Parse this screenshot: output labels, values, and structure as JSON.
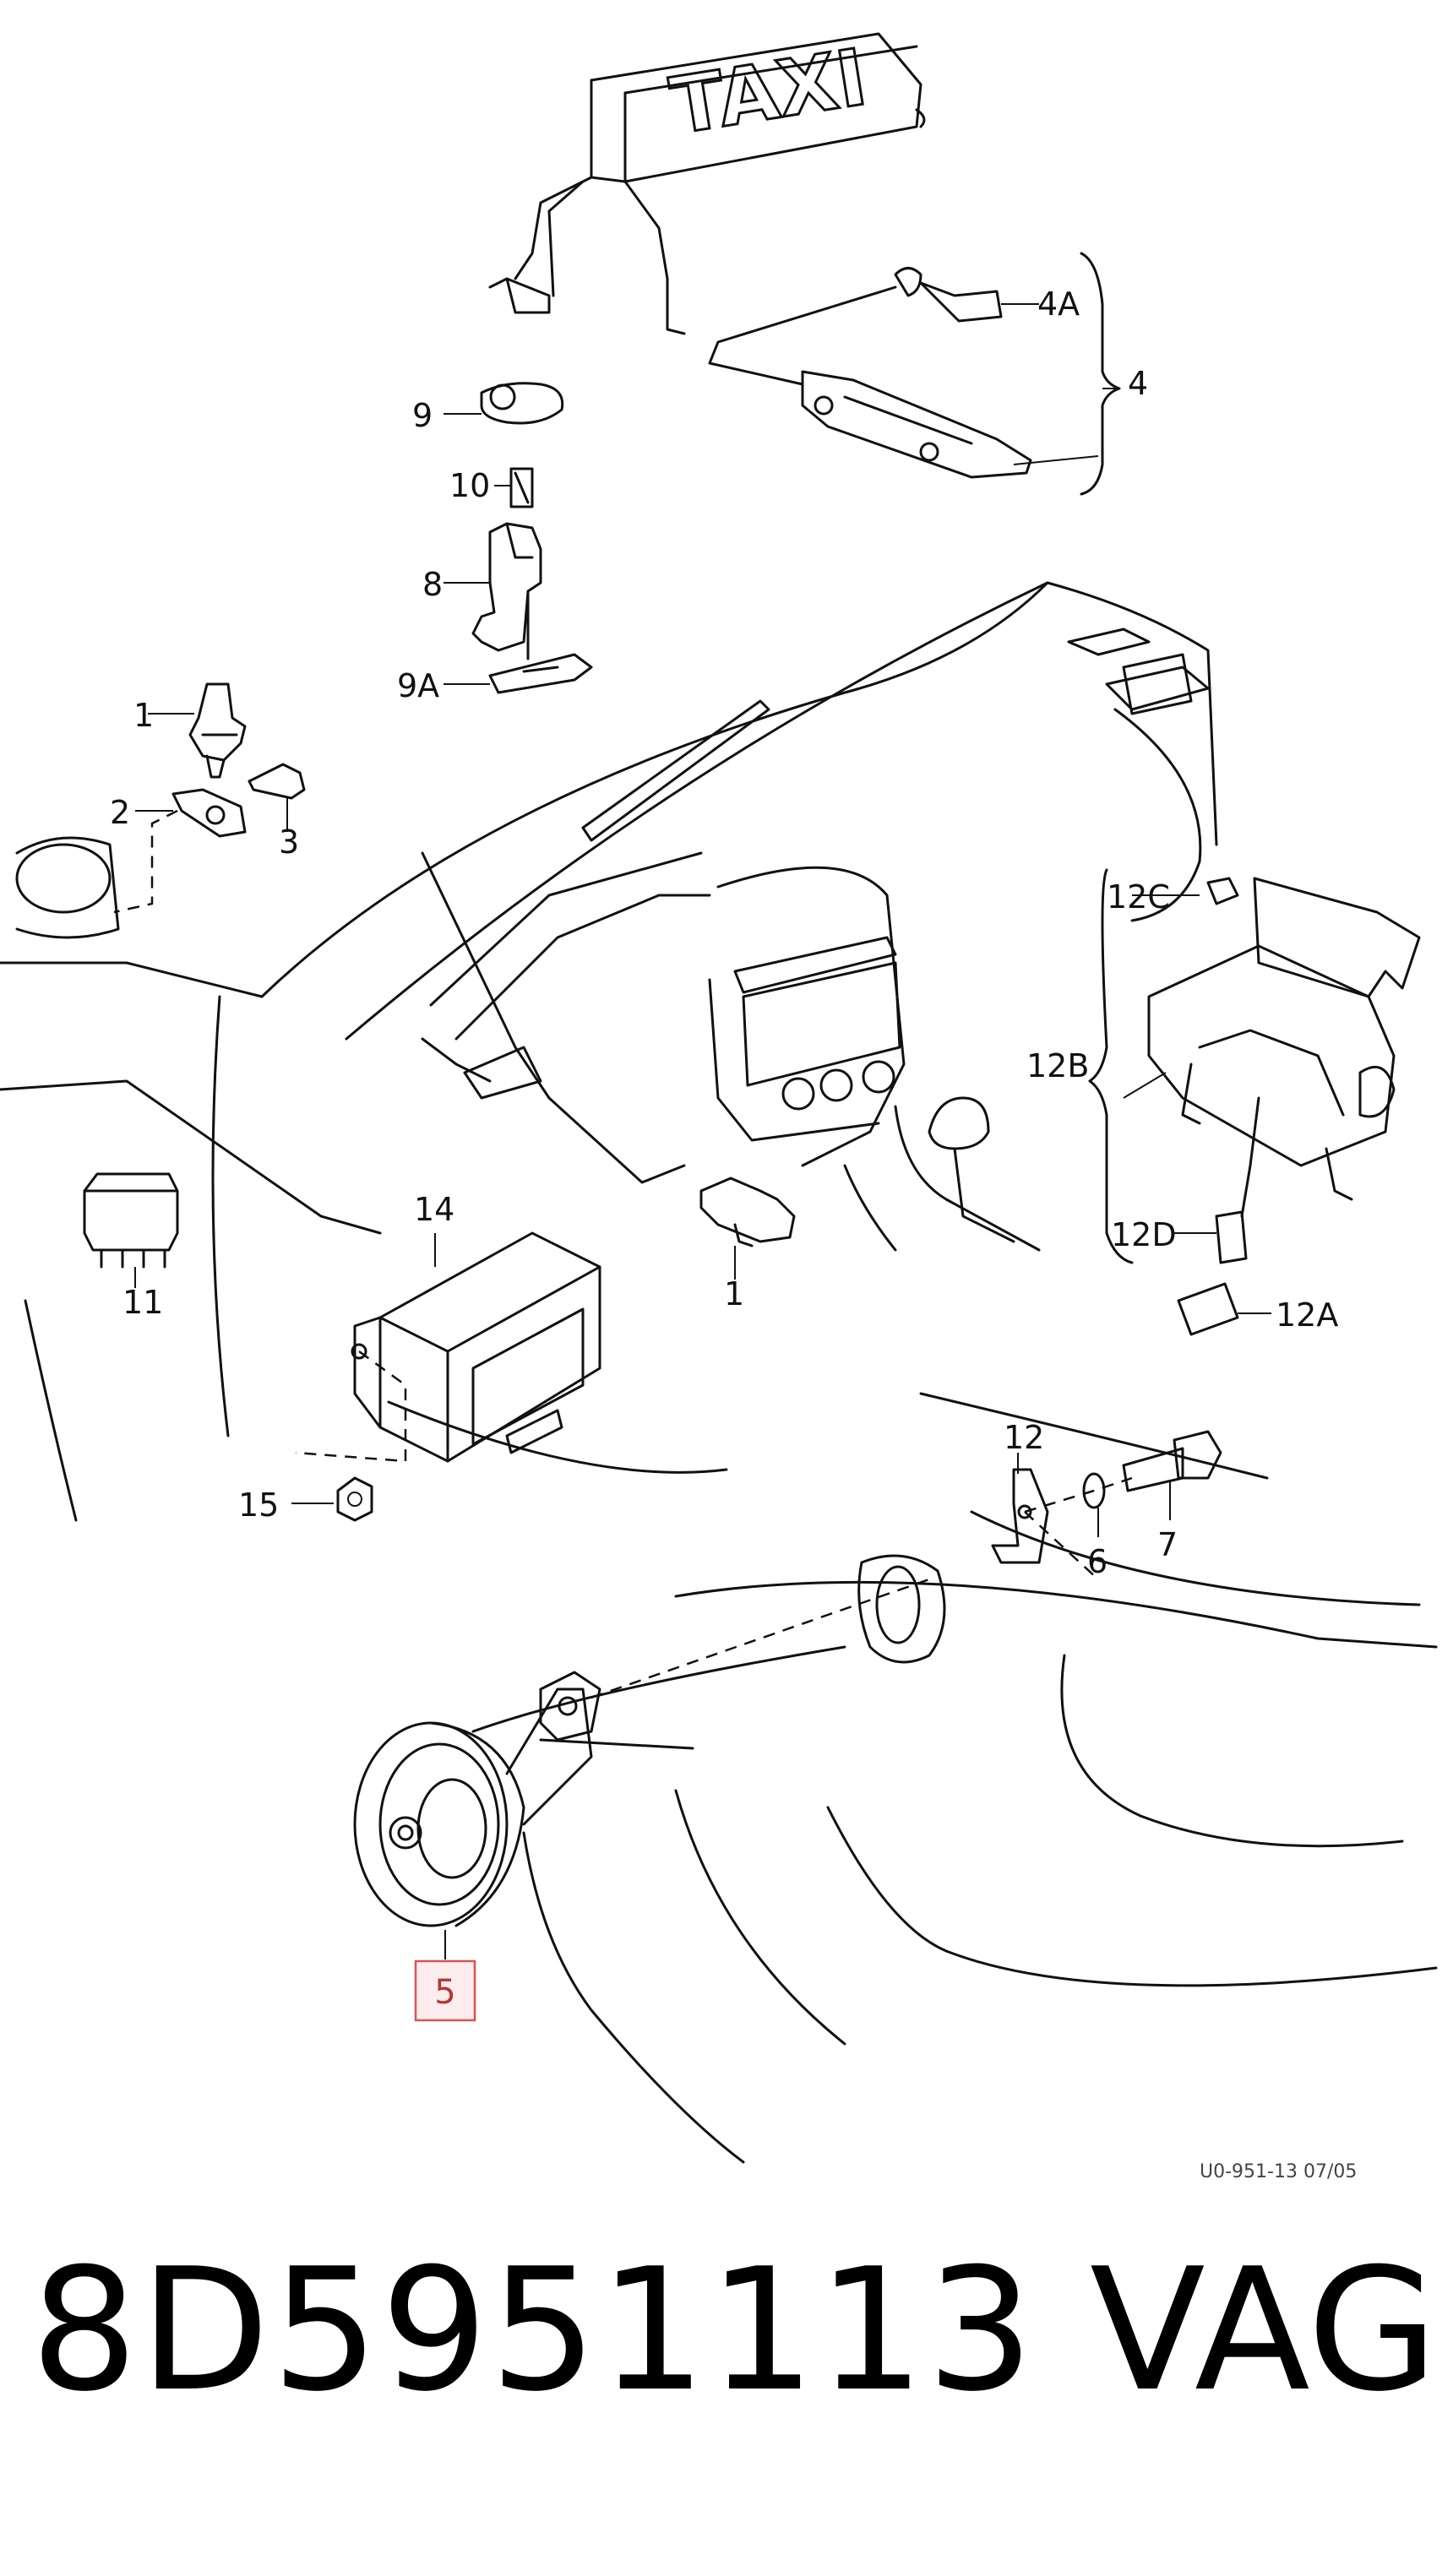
{
  "diagram": {
    "taxi_sign_text": "TAXI",
    "callouts": [
      "4A",
      "4",
      "9",
      "10",
      "8",
      "9A",
      "1",
      "2",
      "3",
      "12C",
      "12B",
      "12D",
      "12A",
      "14",
      "11",
      "1",
      "15",
      "12",
      "6",
      "7"
    ],
    "highlighted_callout": "5",
    "reference_code": "U0-951-13   07/05"
  },
  "footer": {
    "part_number": "8D5951113",
    "brand": "VAG"
  }
}
